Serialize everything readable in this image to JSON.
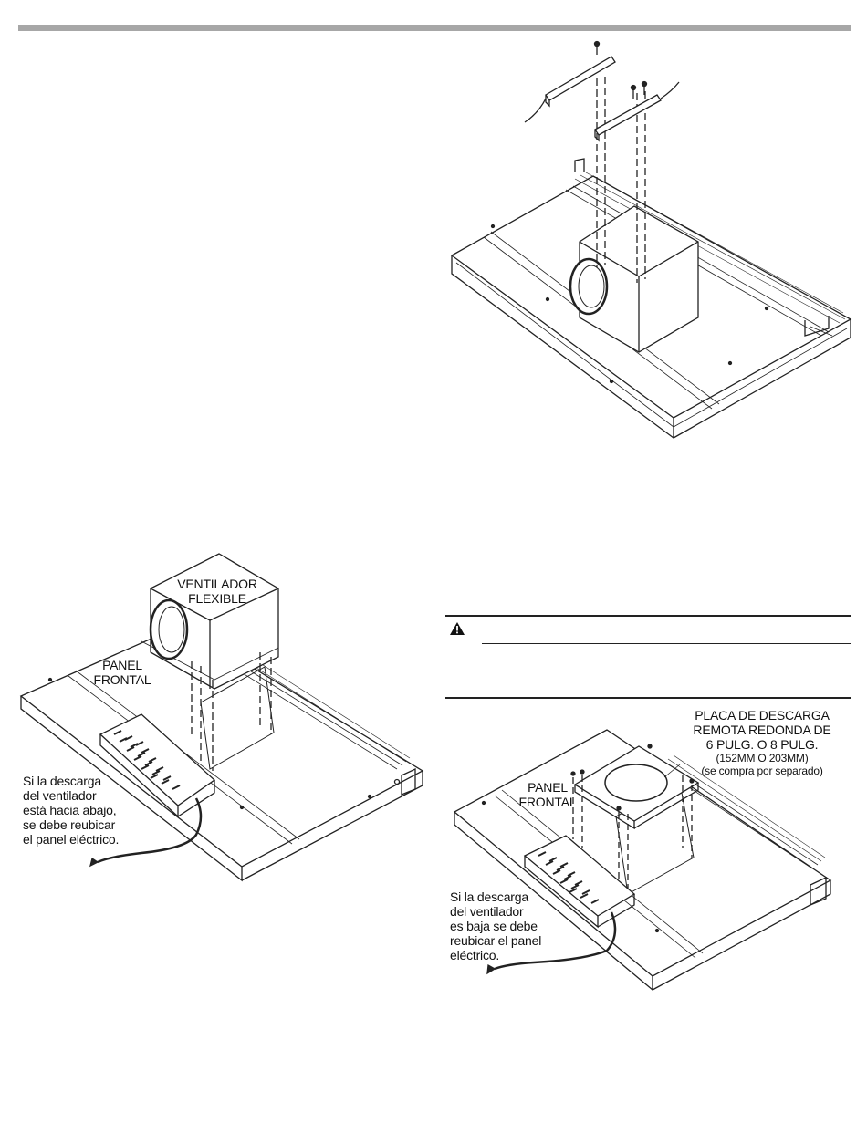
{
  "figures": {
    "top_right": {},
    "bottom_left": {
      "fan_label": [
        "VENTILADOR",
        "FLEXIBLE"
      ],
      "panel_label": [
        "PANEL",
        "FRONTAL"
      ],
      "note": [
        "Si la descarga",
        "del ventilador",
        "está hacia abajo,",
        "se debe reubicar",
        "el panel eléctrico."
      ]
    },
    "bottom_right": {
      "plate_label": [
        "PLACA DE DESCARGA",
        "REMOTA REDONDA DE",
        "6 PULG. O 8 PULG."
      ],
      "plate_size": "(152MM O 203MM)",
      "plate_note": "(se compra por separado)",
      "panel_label": [
        "PANEL",
        "FRONTAL"
      ],
      "note": [
        "Si la descarga",
        "del ventilador",
        "es baja se debe",
        "reubicar el panel",
        "eléctrico."
      ]
    }
  },
  "warning": {
    "icon": "warning-triangle-icon"
  }
}
